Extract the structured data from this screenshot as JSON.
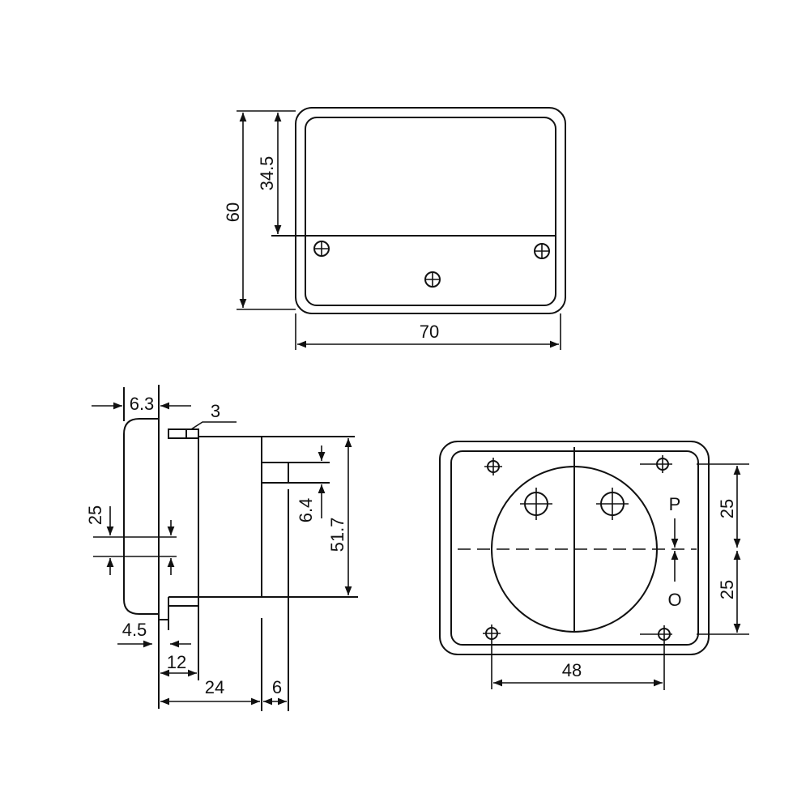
{
  "top_view": {
    "height": "60",
    "window_height": "34.5",
    "width": "70"
  },
  "side_view": {
    "front_depth": "6.3",
    "tab": "3",
    "gap": "25",
    "terminal": "6.4",
    "body_height": "51.7",
    "offset": "4.5",
    "flange": "12",
    "body_depth": "24",
    "rear": "6"
  },
  "front_view": {
    "upper": "25",
    "lower": "25",
    "label_p": "P",
    "label_o": "O",
    "hole_spacing": "48"
  }
}
